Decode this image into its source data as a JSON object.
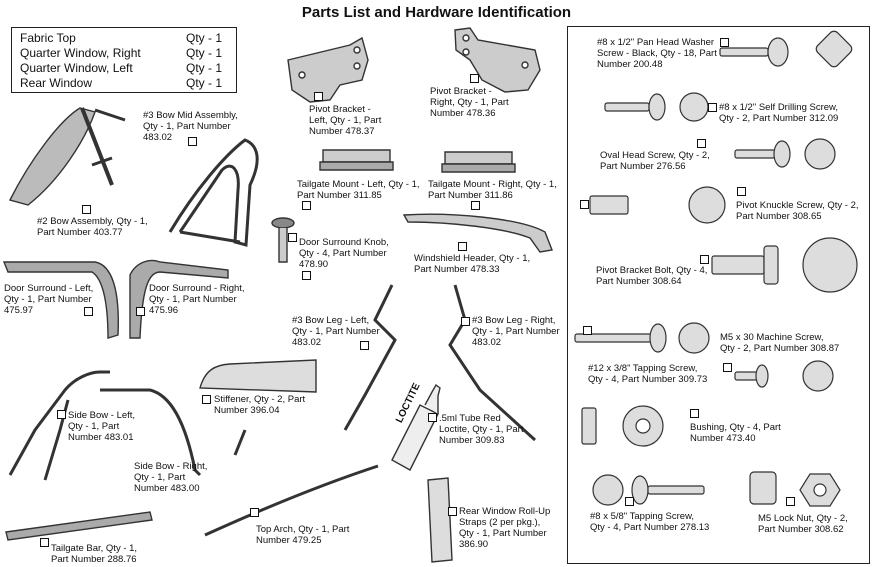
{
  "page": {
    "title": "Parts List and  Hardware Identification"
  },
  "fabric_list": [
    {
      "name": "Fabric Top",
      "qty": "Qty - 1"
    },
    {
      "name": "Quarter Window, Right",
      "qty": "Qty - 1"
    },
    {
      "name": "Quarter Window, Left",
      "qty": "Qty - 1"
    },
    {
      "name": "Rear Window",
      "qty": "Qty - 1"
    }
  ],
  "parts": {
    "bow_mid": "#3 Bow Mid Assembly,\nQty - 1, Part Number\n483.02",
    "bow2": "#2 Bow Assembly, Qty - 1,\nPart Number 403.77",
    "pivot_left": "Pivot Bracket -\nLeft, Qty - 1, Part\nNumber 478.37",
    "pivot_right": "Pivot Bracket -\nRight, Qty - 1, Part\nNumber 478.36",
    "tailgate_left": "Tailgate Mount - Left, Qty - 1,\nPart Number 311.85",
    "tailgate_right": "Tailgate Mount - Right, Qty - 1,\nPart Number 311.86",
    "knob": "Door Surround Knob,\nQty - 4, Part Number\n478.90",
    "windshield": "Windshield Header, Qty - 1,\nPart Number 478.33",
    "door_left": "Door Surround - Left,\nQty - 1, Part Number\n475.97",
    "door_right": "Door Surround - Right,\nQty - 1, Part Number\n475.96",
    "bowleg_left": "#3 Bow Leg - Left,\nQty - 1, Part Number\n483.02",
    "bowleg_right": "#3 Bow Leg - Right,\nQty - 1, Part Number\n483.02",
    "stiffener": "Stiffener, Qty - 2, Part\nNumber 396.04",
    "loctite": ".5ml Tube Red\nLoctite, Qty - 1, Part\nNumber 309.83",
    "loctite_brand": "LOCTITE",
    "sidebow_left": "Side Bow - Left,\nQty - 1, Part\nNumber 483.01",
    "sidebow_right": "Side Bow - Right,\nQty - 1, Part\nNumber 483.00",
    "top_arch": "Top Arch, Qty - 1, Part\nNumber 479.25",
    "straps": "Rear Window Roll-Up\nStraps (2 per pkg.),\nQty - 1, Part Number\n386.90",
    "tailgate_bar": "Tailgate Bar, Qty - 1,\nPart Number 288.76"
  },
  "hardware": {
    "pan_head": "#8 x 1/2\" Pan Head Washer\nScrew - Black, Qty - 18, Part\nNumber 200.48",
    "self_drill": "#8 x 1/2\" Self Drilling Screw,\nQty - 2, Part Number 312.09",
    "oval_head": "Oval Head Screw, Qty - 2,\nPart Number 276.56",
    "knuckle": "Pivot Knuckle Screw, Qty - 2,\nPart Number 308.65",
    "bracket_bolt": "Pivot Bracket Bolt, Qty - 4,\nPart Number 308.64",
    "m5_machine": "M5 x 30 Machine Screw,\nQty - 2, Part Number 308.87",
    "tap12": "#12 x 3/8\" Tapping Screw,\nQty - 4, Part Number 309.73",
    "bushing": "Bushing, Qty - 4, Part\nNumber 473.40",
    "tap8": "#8 x 5/8\" Tapping Screw,\nQty - 4, Part Number 278.13",
    "locknut": "M5 Lock Nut, Qty - 2,\nPart Number 308.62"
  }
}
